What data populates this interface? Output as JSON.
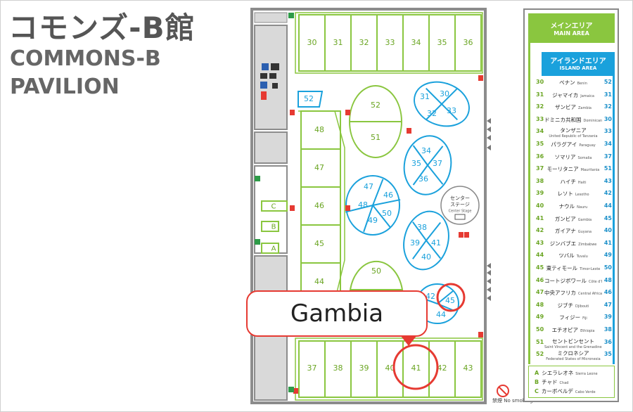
{
  "title": {
    "jp": "コモンズ-B館",
    "en_line1": "COMMONS-B",
    "en_line2": "PAVILION"
  },
  "colors": {
    "green": "#8ac63f",
    "blue": "#1aa1dc",
    "red": "#e63a32",
    "gray": "#8c8c8c",
    "title": "#555555"
  },
  "map": {
    "top_booths": [
      "30",
      "31",
      "32",
      "33",
      "34",
      "35",
      "36"
    ],
    "bottom_booths": [
      "37",
      "38",
      "39",
      "40",
      "41",
      "42",
      "43"
    ],
    "left_booths": [
      "48",
      "47",
      "46",
      "45",
      "44"
    ],
    "small_booth": "52",
    "ovals": {
      "upper": [
        "52",
        "51"
      ],
      "lower": [
        "50"
      ]
    },
    "islands": [
      [
        "31",
        "30",
        "32",
        "33"
      ],
      [
        "34",
        "35",
        "37",
        "36"
      ],
      [
        "47",
        "46",
        "48",
        "50",
        "49"
      ],
      [
        "38",
        "39",
        "41",
        "40"
      ],
      [
        "42",
        "45",
        "44"
      ]
    ],
    "sub_booths": [
      "C",
      "B",
      "A"
    ],
    "center_stage": {
      "jp_line1": "センター",
      "jp_line2": "ステージ",
      "en": "Center Stage"
    },
    "icons": [
      "restroom-male-icon",
      "restroom-female-icon",
      "nursing-room-icon",
      "wheelchair-icon",
      "elevator-icon",
      "fire-extinguisher-icon",
      "exit-icon",
      "no-smoking-icon"
    ],
    "no_smoking": {
      "jp": "禁煙",
      "en": "No smoking"
    }
  },
  "callout": {
    "label": "Gambia",
    "highlighted_booths": [
      "41",
      "45"
    ]
  },
  "legend": {
    "main_area": {
      "jp": "メインエリア",
      "en": "MAIN AREA"
    },
    "island_area": {
      "jp": "アイランドエリア",
      "en": "ISLAND AREA"
    },
    "rows": [
      {
        "main": "30",
        "jp": "ベナン",
        "en": "Benin",
        "island": "52"
      },
      {
        "main": "31",
        "jp": "ジャマイカ",
        "en": "Jamaica",
        "island": "31"
      },
      {
        "main": "32",
        "jp": "ザンビア",
        "en": "Zambia",
        "island": "32"
      },
      {
        "main": "33",
        "jp": "ドミニカ共和国",
        "en": "Dominican Republic",
        "island": "30"
      },
      {
        "main": "34",
        "jp": "タンザニア",
        "en": "United Republic of Tanzania",
        "island": "33"
      },
      {
        "main": "35",
        "jp": "パラグアイ",
        "en": "Paraguay",
        "island": "34"
      },
      {
        "main": "36",
        "jp": "ソマリア",
        "en": "Somalia",
        "island": "37"
      },
      {
        "main": "37",
        "jp": "モーリタニア",
        "en": "Mauritania",
        "island": "51"
      },
      {
        "main": "38",
        "jp": "ハイチ",
        "en": "Haiti",
        "island": "43"
      },
      {
        "main": "39",
        "jp": "レソト",
        "en": "Lesotho",
        "island": "42"
      },
      {
        "main": "40",
        "jp": "ナウル",
        "en": "Nauru",
        "island": "44"
      },
      {
        "main": "41",
        "jp": "ガンビア",
        "en": "Gambia",
        "island": "45"
      },
      {
        "main": "42",
        "jp": "ガイアナ",
        "en": "Guyana",
        "island": "40"
      },
      {
        "main": "43",
        "jp": "ジンバブエ",
        "en": "Zimbabwe",
        "island": "41"
      },
      {
        "main": "44",
        "jp": "ツバル",
        "en": "Tuvalu",
        "island": "49"
      },
      {
        "main": "45",
        "jp": "東ティモール",
        "en": "Timor-Leste",
        "island": "50"
      },
      {
        "main": "46",
        "jp": "コートジボワール",
        "en": "Côte d'Ivoire",
        "island": "48"
      },
      {
        "main": "47",
        "jp": "中央アフリカ",
        "en": "Central African Republic",
        "island": "46"
      },
      {
        "main": "48",
        "jp": "ジブチ",
        "en": "Djibouti",
        "island": "47"
      },
      {
        "main": "49",
        "jp": "フィジー",
        "en": "Fiji",
        "island": "39"
      },
      {
        "main": "50",
        "jp": "エチオピア",
        "en": "Ethiopia",
        "island": "38"
      },
      {
        "main": "51",
        "jp": "セントビンセント",
        "en": "Saint Vincent and the Grenadines",
        "island": "36"
      },
      {
        "main": "52",
        "jp": "ミクロネシア",
        "en": "Federated States of Micronesia",
        "island": "35"
      }
    ],
    "sub": [
      {
        "key": "A",
        "jp": "シエラレオネ",
        "en": "Sierra Leone"
      },
      {
        "key": "B",
        "jp": "チャド",
        "en": "Chad"
      },
      {
        "key": "C",
        "jp": "カーボベルデ",
        "en": "Cabo Verde"
      }
    ]
  }
}
